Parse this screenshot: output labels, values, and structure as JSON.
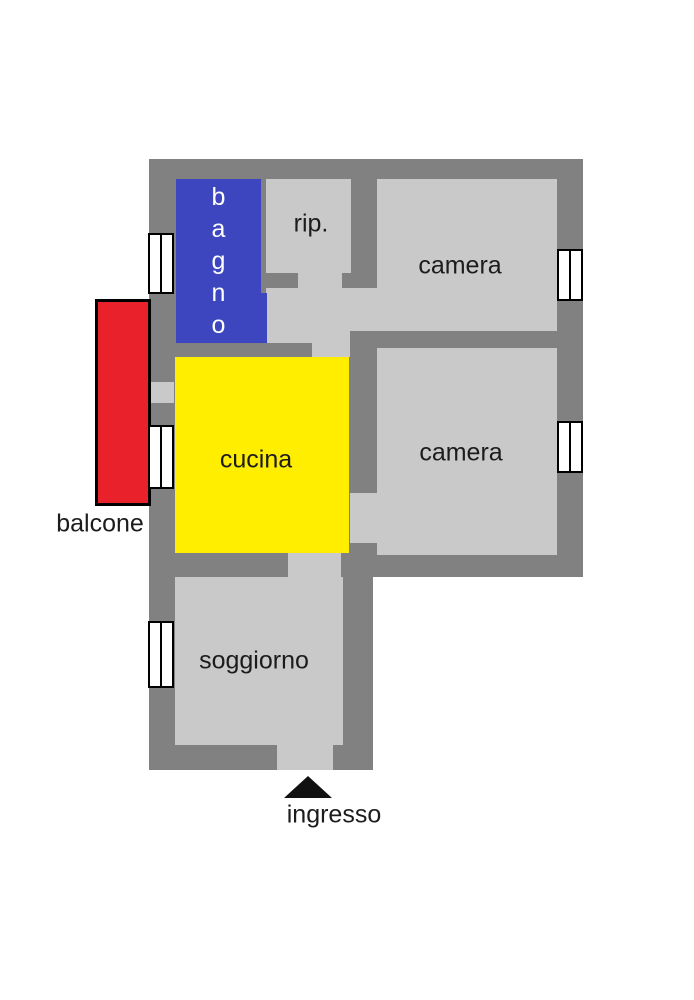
{
  "plan": {
    "type": "apartment-floor-plan",
    "rooms": [
      {
        "key": "bagno",
        "label": "bagno",
        "letters": [
          "b",
          "a",
          "g",
          "n",
          "o"
        ],
        "highlight": "blue"
      },
      {
        "key": "ripostiglio",
        "label": "rip.",
        "highlight": "none"
      },
      {
        "key": "camera_top",
        "label": "camera",
        "highlight": "none"
      },
      {
        "key": "camera_bottom",
        "label": "camera",
        "highlight": "none"
      },
      {
        "key": "cucina",
        "label": "cucina",
        "highlight": "yellow"
      },
      {
        "key": "soggiorno",
        "label": "soggiorno",
        "highlight": "none"
      }
    ],
    "outdoor": {
      "balcone_label": "balcone",
      "ingresso_label": "ingresso"
    },
    "entrance_marker": "triangle-up",
    "window_count": 5,
    "colors": {
      "background": "#ffffff",
      "wall": "#818181",
      "floor": "#c9c9c9",
      "bagno_fill": "#3d46be",
      "cucina_fill": "#ffee00",
      "balcone_fill": "#e9212a",
      "window_fill": "#ffffff",
      "window_frame": "#000000",
      "label_text": "#1c1c1c",
      "bagno_text": "#ffffff",
      "arrow": "#111111"
    }
  }
}
